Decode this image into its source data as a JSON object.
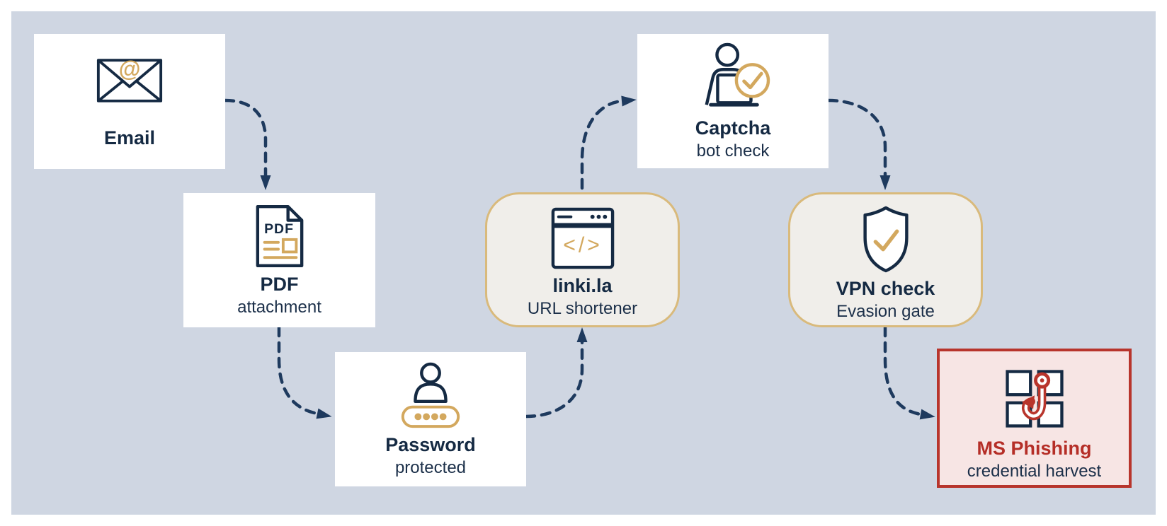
{
  "diagram": {
    "description": "Phishing attack chain flow diagram",
    "colors": {
      "page_background": "#ffffff",
      "canvas_background": "#cfd6e2",
      "navy": "#152a43",
      "arrow_navy": "#1e3a5e",
      "gold": "#d3a85e",
      "gold_border": "#d9ba7c",
      "gold_node_fill": "#f0eeea",
      "alert_red": "#b8352c",
      "alert_red_text": "#b52e27",
      "alert_node_fill": "#f7e5e4",
      "node_fill": "#ffffff"
    },
    "nodes": [
      {
        "id": "email",
        "title": "Email",
        "subtitle": "",
        "icon": "email-envelope-icon",
        "icon_label": "@",
        "variant": "white"
      },
      {
        "id": "pdf-attachment",
        "title": "PDF",
        "subtitle": "attachment",
        "icon": "pdf-document-icon",
        "icon_label": "PDF",
        "variant": "white"
      },
      {
        "id": "password-protected",
        "title": "Password",
        "subtitle": "protected",
        "icon": "user-password-dots-icon",
        "icon_label": "",
        "variant": "white"
      },
      {
        "id": "linki-la",
        "title": "linki.la",
        "subtitle": "URL shortener",
        "icon": "browser-code-icon",
        "icon_label": "</>",
        "variant": "gold-rounded"
      },
      {
        "id": "captcha",
        "title": "Captcha",
        "subtitle": "bot check",
        "icon": "person-laptop-check-icon",
        "icon_label": "",
        "variant": "white"
      },
      {
        "id": "vpn-check",
        "title": "VPN check",
        "subtitle": "Evasion gate",
        "icon": "shield-check-icon",
        "icon_label": "",
        "variant": "gold-rounded"
      },
      {
        "id": "ms-phishing",
        "title": "MS Phishing",
        "subtitle": "credential harvest",
        "icon": "microsoft-fishhook-icon",
        "icon_label": "",
        "variant": "red-alert"
      }
    ],
    "edges": [
      {
        "from": "email",
        "to": "pdf-attachment",
        "style": "dashed-curve"
      },
      {
        "from": "pdf-attachment",
        "to": "password-protected",
        "style": "dashed-curve"
      },
      {
        "from": "password-protected",
        "to": "linki-la",
        "style": "dashed-curve"
      },
      {
        "from": "linki-la",
        "to": "captcha",
        "style": "dashed-curve"
      },
      {
        "from": "captcha",
        "to": "vpn-check",
        "style": "dashed-curve"
      },
      {
        "from": "vpn-check",
        "to": "ms-phishing",
        "style": "dashed-curve"
      }
    ]
  }
}
